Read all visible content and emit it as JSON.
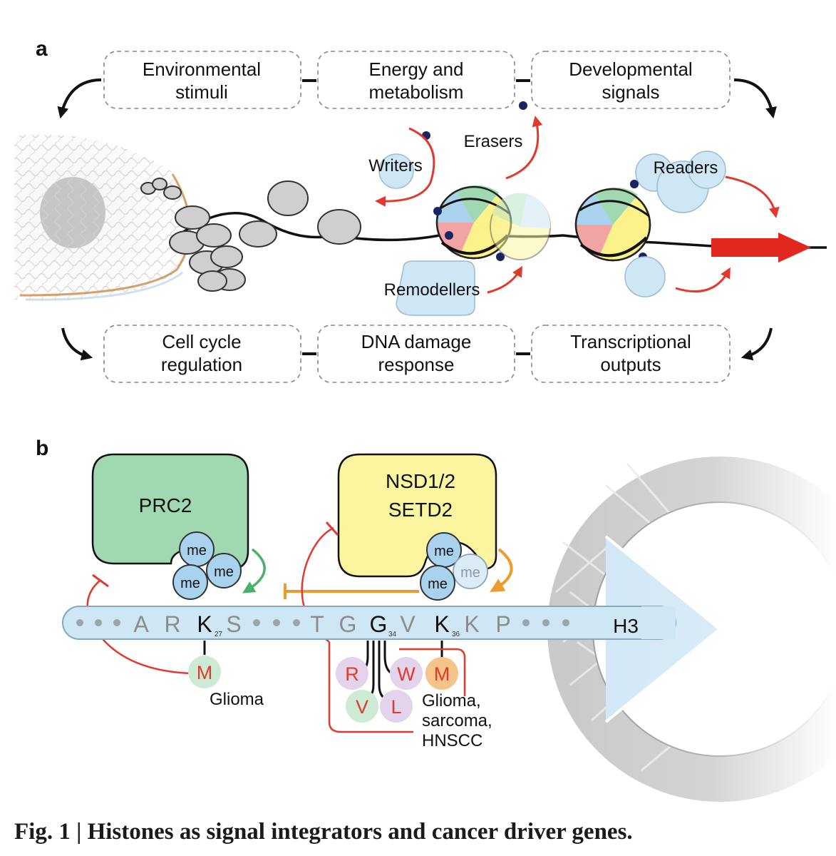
{
  "panel_a": {
    "label": "a",
    "top_boxes": [
      {
        "line1": "Environmental",
        "line2": "stimuli"
      },
      {
        "line1": "Energy and",
        "line2": "metabolism"
      },
      {
        "line1": "Developmental",
        "line2": "signals"
      }
    ],
    "bottom_boxes": [
      {
        "line1": "Cell cycle",
        "line2": "regulation"
      },
      {
        "line1": "DNA damage",
        "line2": "response"
      },
      {
        "line1": "Transcriptional",
        "line2": "outputs"
      }
    ],
    "labels": {
      "writers": "Writers",
      "erasers": "Erasers",
      "readers": "Readers",
      "remodellers": "Remodellers"
    }
  },
  "panel_b": {
    "label": "b",
    "prc2": "PRC2",
    "nsd_line1": "NSD1/2",
    "nsd_line2": "SETD2",
    "me": "me",
    "h3": "H3",
    "sequence": [
      {
        "res": "A"
      },
      {
        "res": "R"
      },
      {
        "res": "K",
        "sub": "27"
      },
      {
        "res": "S"
      },
      {
        "res": "T"
      },
      {
        "res": "G"
      },
      {
        "res": "G",
        "sub": "34"
      },
      {
        "res": "V"
      },
      {
        "res": "K",
        "sub": "36"
      },
      {
        "res": "K"
      },
      {
        "res": "P"
      }
    ],
    "mutations": {
      "k27": "M",
      "g34": [
        "R",
        "W",
        "V",
        "L"
      ],
      "k36": "M"
    },
    "glioma_label": "Glioma",
    "cancer_line1": "Glioma,",
    "cancer_line2": "sarcoma,",
    "cancer_line3": "HNSCC"
  },
  "caption": "Fig. 1 | Histones as signal integrators and cancer driver genes.",
  "colors": {
    "red": "#e03a2f",
    "green": "#4caf6a",
    "orange": "#ef9a2c",
    "prc2_fill": "#9fd8b1",
    "nsd_fill": "#fbf5a0",
    "blue_fill": "#cfe6f5",
    "me_fill": "#a8d2ee"
  }
}
